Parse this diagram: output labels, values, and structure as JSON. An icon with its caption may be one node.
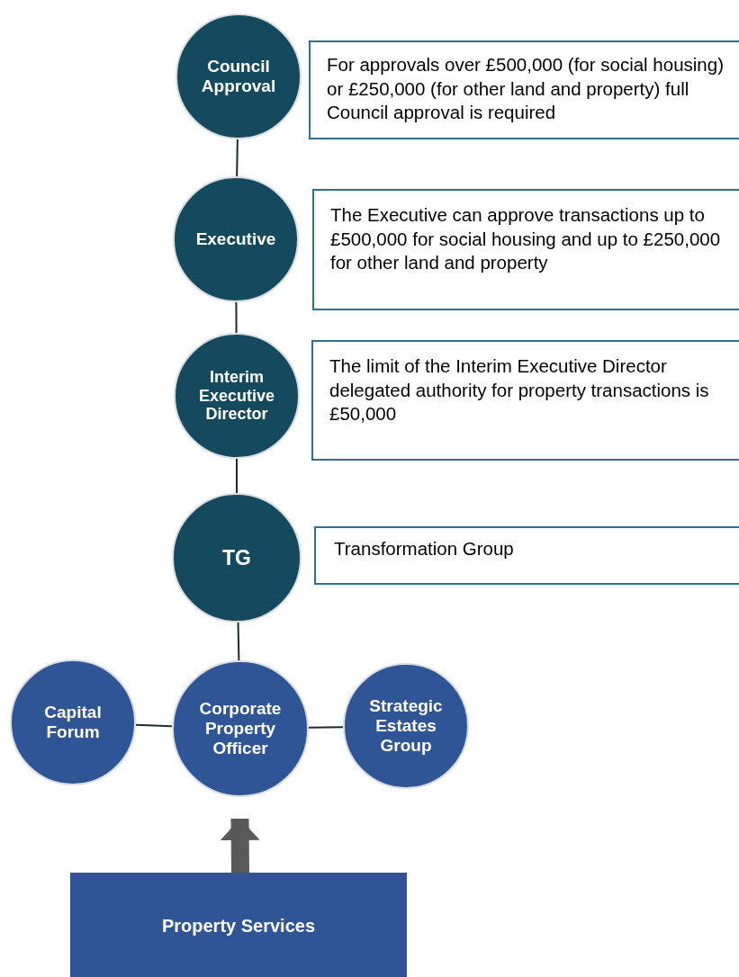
{
  "diagram": {
    "nodes": [
      {
        "text": [
          "Council Approval"
        ]
      },
      {
        "text": [
          "For approvals over £500,000 (for social housing) or £250,000 (for other land and property) full Council approval is required"
        ]
      },
      {
        "text": [
          "Executive"
        ]
      },
      {
        "text": [
          "The Executive can approve transactions up to £500,000 for social housing and up to £250,000 for other land and property"
        ]
      },
      {
        "text": [
          "Interim Executive Director"
        ]
      },
      {
        "text": [
          "The limit of the Interim Executive Director delegated authority for property transactions is £50,000"
        ]
      },
      {
        "text": [
          "TG"
        ]
      },
      {
        "text": [
          "Transformation Group"
        ]
      },
      {
        "text": [
          "Capital Forum"
        ]
      },
      {
        "text": [
          "Corporate Property Officer"
        ]
      },
      {
        "text": [
          "Strategic Estates Group"
        ]
      },
      {
        "text": [
          "Property Services"
        ]
      }
    ],
    "edges": [
      {
        "from": 0,
        "to": 2,
        "arrow": "none"
      },
      {
        "from": 2,
        "to": 4,
        "arrow": "none"
      },
      {
        "from": 4,
        "to": 6,
        "arrow": "none"
      },
      {
        "from": 6,
        "to": 9,
        "arrow": "none"
      },
      {
        "from": 8,
        "to": 9,
        "arrow": "none"
      },
      {
        "from": 9,
        "to": 10,
        "arrow": "none"
      },
      {
        "from": 11,
        "to": 9,
        "arrow": "to",
        "style": "thick",
        "color": "#595959"
      }
    ]
  }
}
